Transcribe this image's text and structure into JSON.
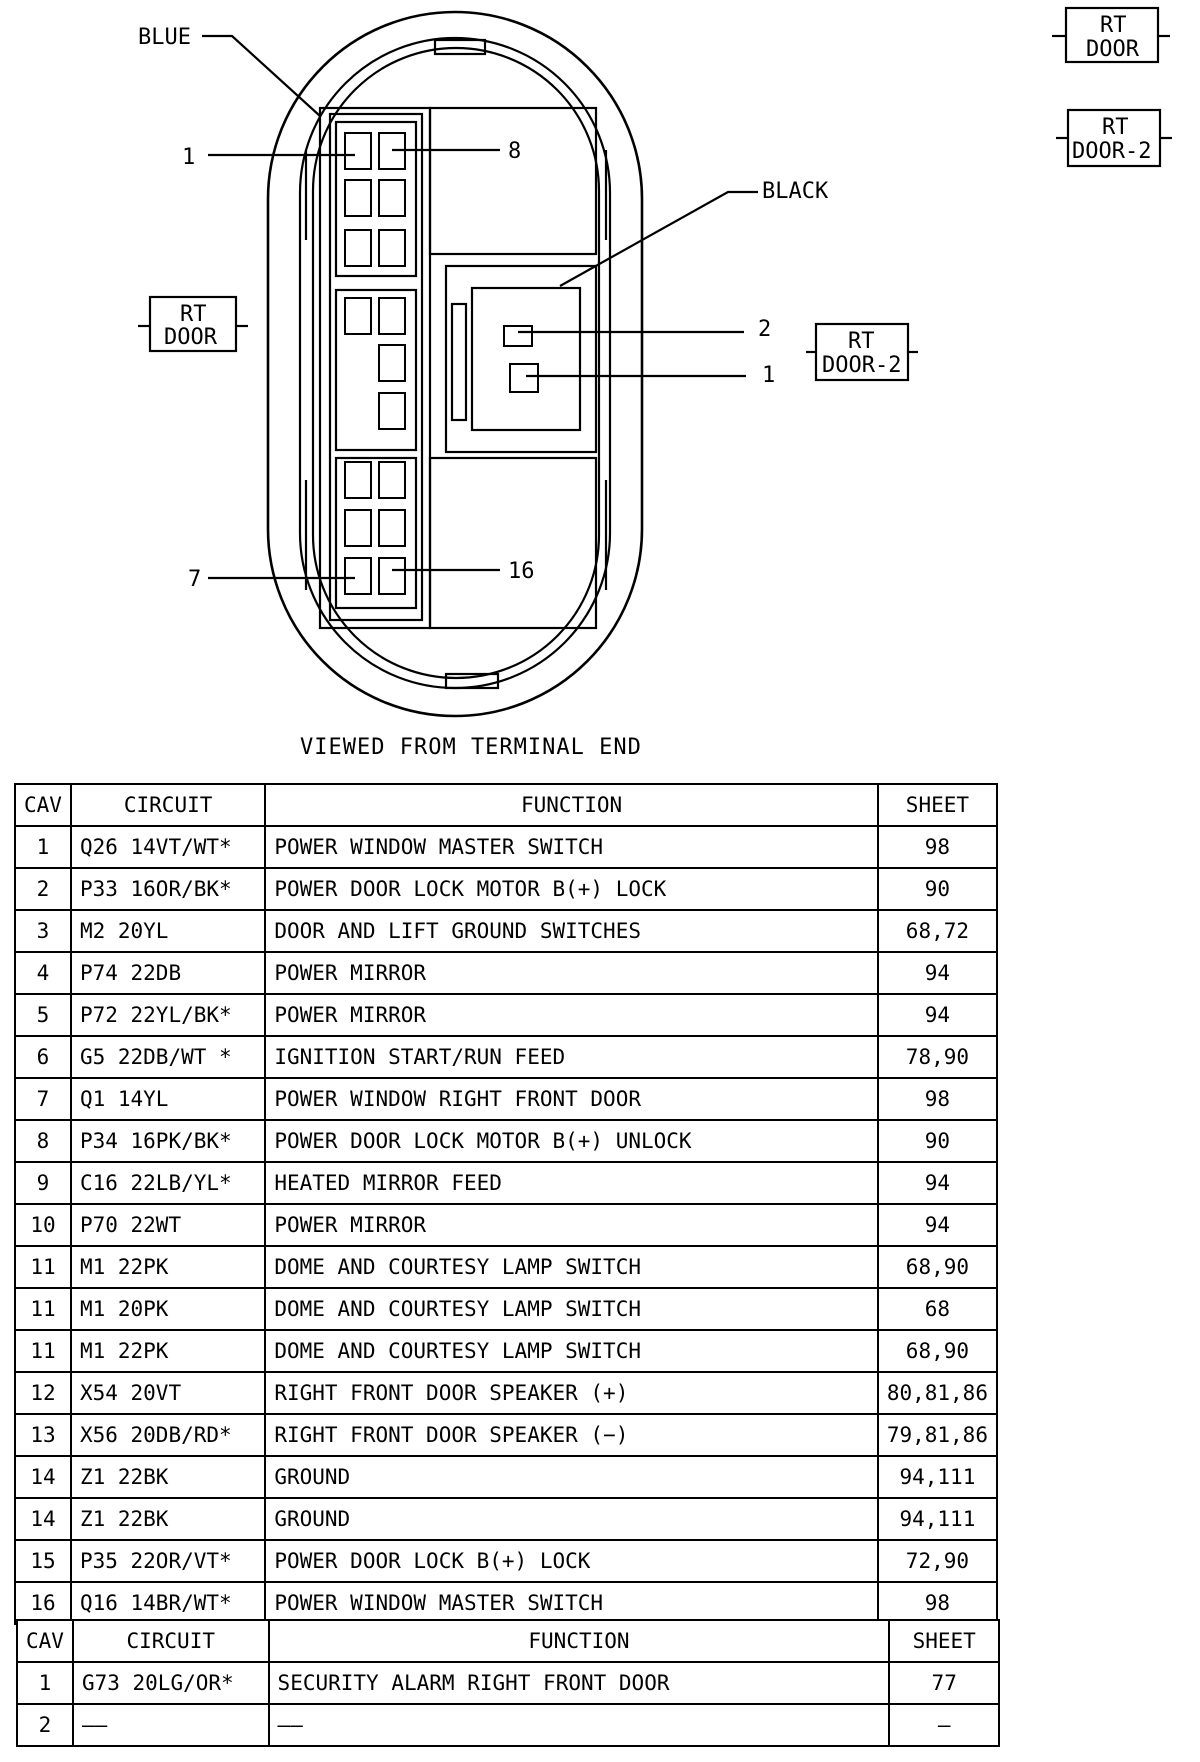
{
  "diagram": {
    "blue_label": "BLUE",
    "black_label": "BLACK",
    "pin_1_label": "1",
    "pin_8_label": "8",
    "pin_7_label": "7",
    "pin_16_label": "16",
    "pin_2b_label": "2",
    "pin_1b_label": "1",
    "rt_door_tag": [
      "RT",
      "DOOR"
    ],
    "rt_door2_tag": [
      "RT",
      "DOOR-2"
    ],
    "rt_door_tag_top": [
      "RT",
      "DOOR"
    ],
    "rt_door2_tag_top": [
      "RT",
      "DOOR-2"
    ],
    "caption": "VIEWED FROM TERMINAL END"
  },
  "table1": {
    "headers": [
      "CAV",
      "CIRCUIT",
      "FUNCTION",
      "SHEET"
    ],
    "rows": [
      [
        "1",
        "Q26 14VT/WT*",
        "POWER WINDOW MASTER SWITCH",
        "98"
      ],
      [
        "2",
        "P33 16OR/BK*",
        "POWER DOOR LOCK MOTOR B(+) LOCK",
        "90"
      ],
      [
        "3",
        "M2 20YL",
        "DOOR AND LIFT GROUND SWITCHES",
        "68,72"
      ],
      [
        "4",
        "P74 22DB",
        "POWER MIRROR",
        "94"
      ],
      [
        "5",
        "P72 22YL/BK*",
        "POWER MIRROR",
        "94"
      ],
      [
        "6",
        "G5 22DB/WT *",
        "IGNITION START/RUN FEED",
        "78,90"
      ],
      [
        "7",
        "Q1 14YL",
        "POWER WINDOW RIGHT FRONT DOOR",
        "98"
      ],
      [
        "8",
        "P34 16PK/BK*",
        "POWER DOOR LOCK MOTOR B(+) UNLOCK",
        "90"
      ],
      [
        "9",
        "C16 22LB/YL*",
        "HEATED MIRROR FEED",
        "94"
      ],
      [
        "10",
        "P70 22WT",
        "POWER MIRROR",
        "94"
      ],
      [
        "11",
        "M1 22PK",
        "DOME AND COURTESY LAMP SWITCH",
        "68,90"
      ],
      [
        "11",
        "M1 20PK",
        "DOME AND COURTESY LAMP SWITCH",
        "68"
      ],
      [
        "11",
        "M1 22PK",
        "DOME AND COURTESY LAMP SWITCH",
        "68,90"
      ],
      [
        "12",
        "X54 20VT",
        "RIGHT FRONT DOOR SPEAKER (+)",
        "80,81,86"
      ],
      [
        "13",
        "X56 20DB/RD*",
        "RIGHT FRONT DOOR SPEAKER (−)",
        "79,81,86"
      ],
      [
        "14",
        "Z1 22BK",
        "GROUND",
        "94,111"
      ],
      [
        "14",
        "Z1 22BK",
        "GROUND",
        "94,111"
      ],
      [
        "15",
        "P35 22OR/VT*",
        "POWER DOOR LOCK B(+) LOCK",
        "72,90"
      ],
      [
        "16",
        "Q16 14BR/WT*",
        "POWER WINDOW MASTER SWITCH",
        "98"
      ]
    ]
  },
  "table2": {
    "headers": [
      "CAV",
      "CIRCUIT",
      "FUNCTION",
      "SHEET"
    ],
    "rows": [
      [
        "1",
        "G73 20LG/OR*",
        "SECURITY ALARM RIGHT FRONT DOOR",
        "77"
      ],
      [
        "2",
        "——",
        "——",
        "—"
      ]
    ]
  }
}
